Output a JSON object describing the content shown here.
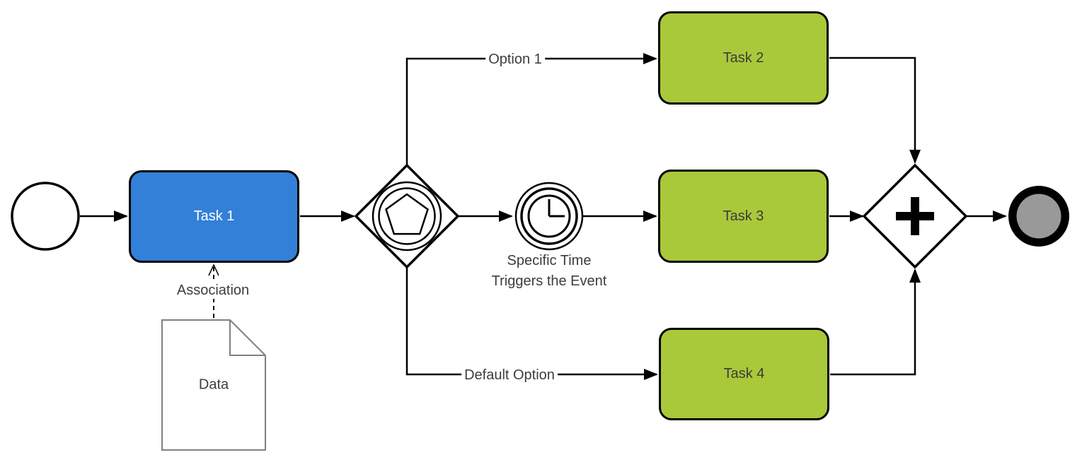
{
  "diagram": {
    "kind": "BPMN process diagram",
    "background": "#ffffff",
    "colors": {
      "task_blue_fill": "#3380d8",
      "task_green_fill": "#a9c93a",
      "shape_stroke": "#000000",
      "end_event_inner_fill": "#999999",
      "data_object_stroke": "#808080",
      "label_color": "#3d3d3d",
      "task1_label_color": "#ffffff"
    },
    "nodes": {
      "start_event": {
        "type": "start-event"
      },
      "task1": {
        "type": "task",
        "label": "Task 1",
        "fill": "#3380d8"
      },
      "task2": {
        "type": "task",
        "label": "Task 2",
        "fill": "#a9c93a"
      },
      "task3": {
        "type": "task",
        "label": "Task 3",
        "fill": "#a9c93a"
      },
      "task4": {
        "type": "task",
        "label": "Task 4",
        "fill": "#a9c93a"
      },
      "event_gateway": {
        "type": "event-based-gateway"
      },
      "timer_event": {
        "type": "intermediate-timer-event",
        "caption": "Specific Time\nTriggers the Event"
      },
      "parallel_gateway": {
        "type": "parallel-gateway"
      },
      "end_event": {
        "type": "end-event"
      },
      "data_object": {
        "type": "data-object",
        "label": "Data"
      }
    },
    "edges": {
      "start_to_task1": {
        "label": ""
      },
      "task1_to_gateway": {
        "label": ""
      },
      "option1": {
        "label": "Option 1"
      },
      "gateway_to_timer": {
        "label": ""
      },
      "timer_to_task3": {
        "label": ""
      },
      "default_option": {
        "label": "Default Option"
      },
      "task2_to_parallel": {
        "label": ""
      },
      "task3_to_parallel": {
        "label": ""
      },
      "task4_to_parallel": {
        "label": ""
      },
      "parallel_to_end": {
        "label": ""
      },
      "association": {
        "label": "Association"
      }
    }
  }
}
